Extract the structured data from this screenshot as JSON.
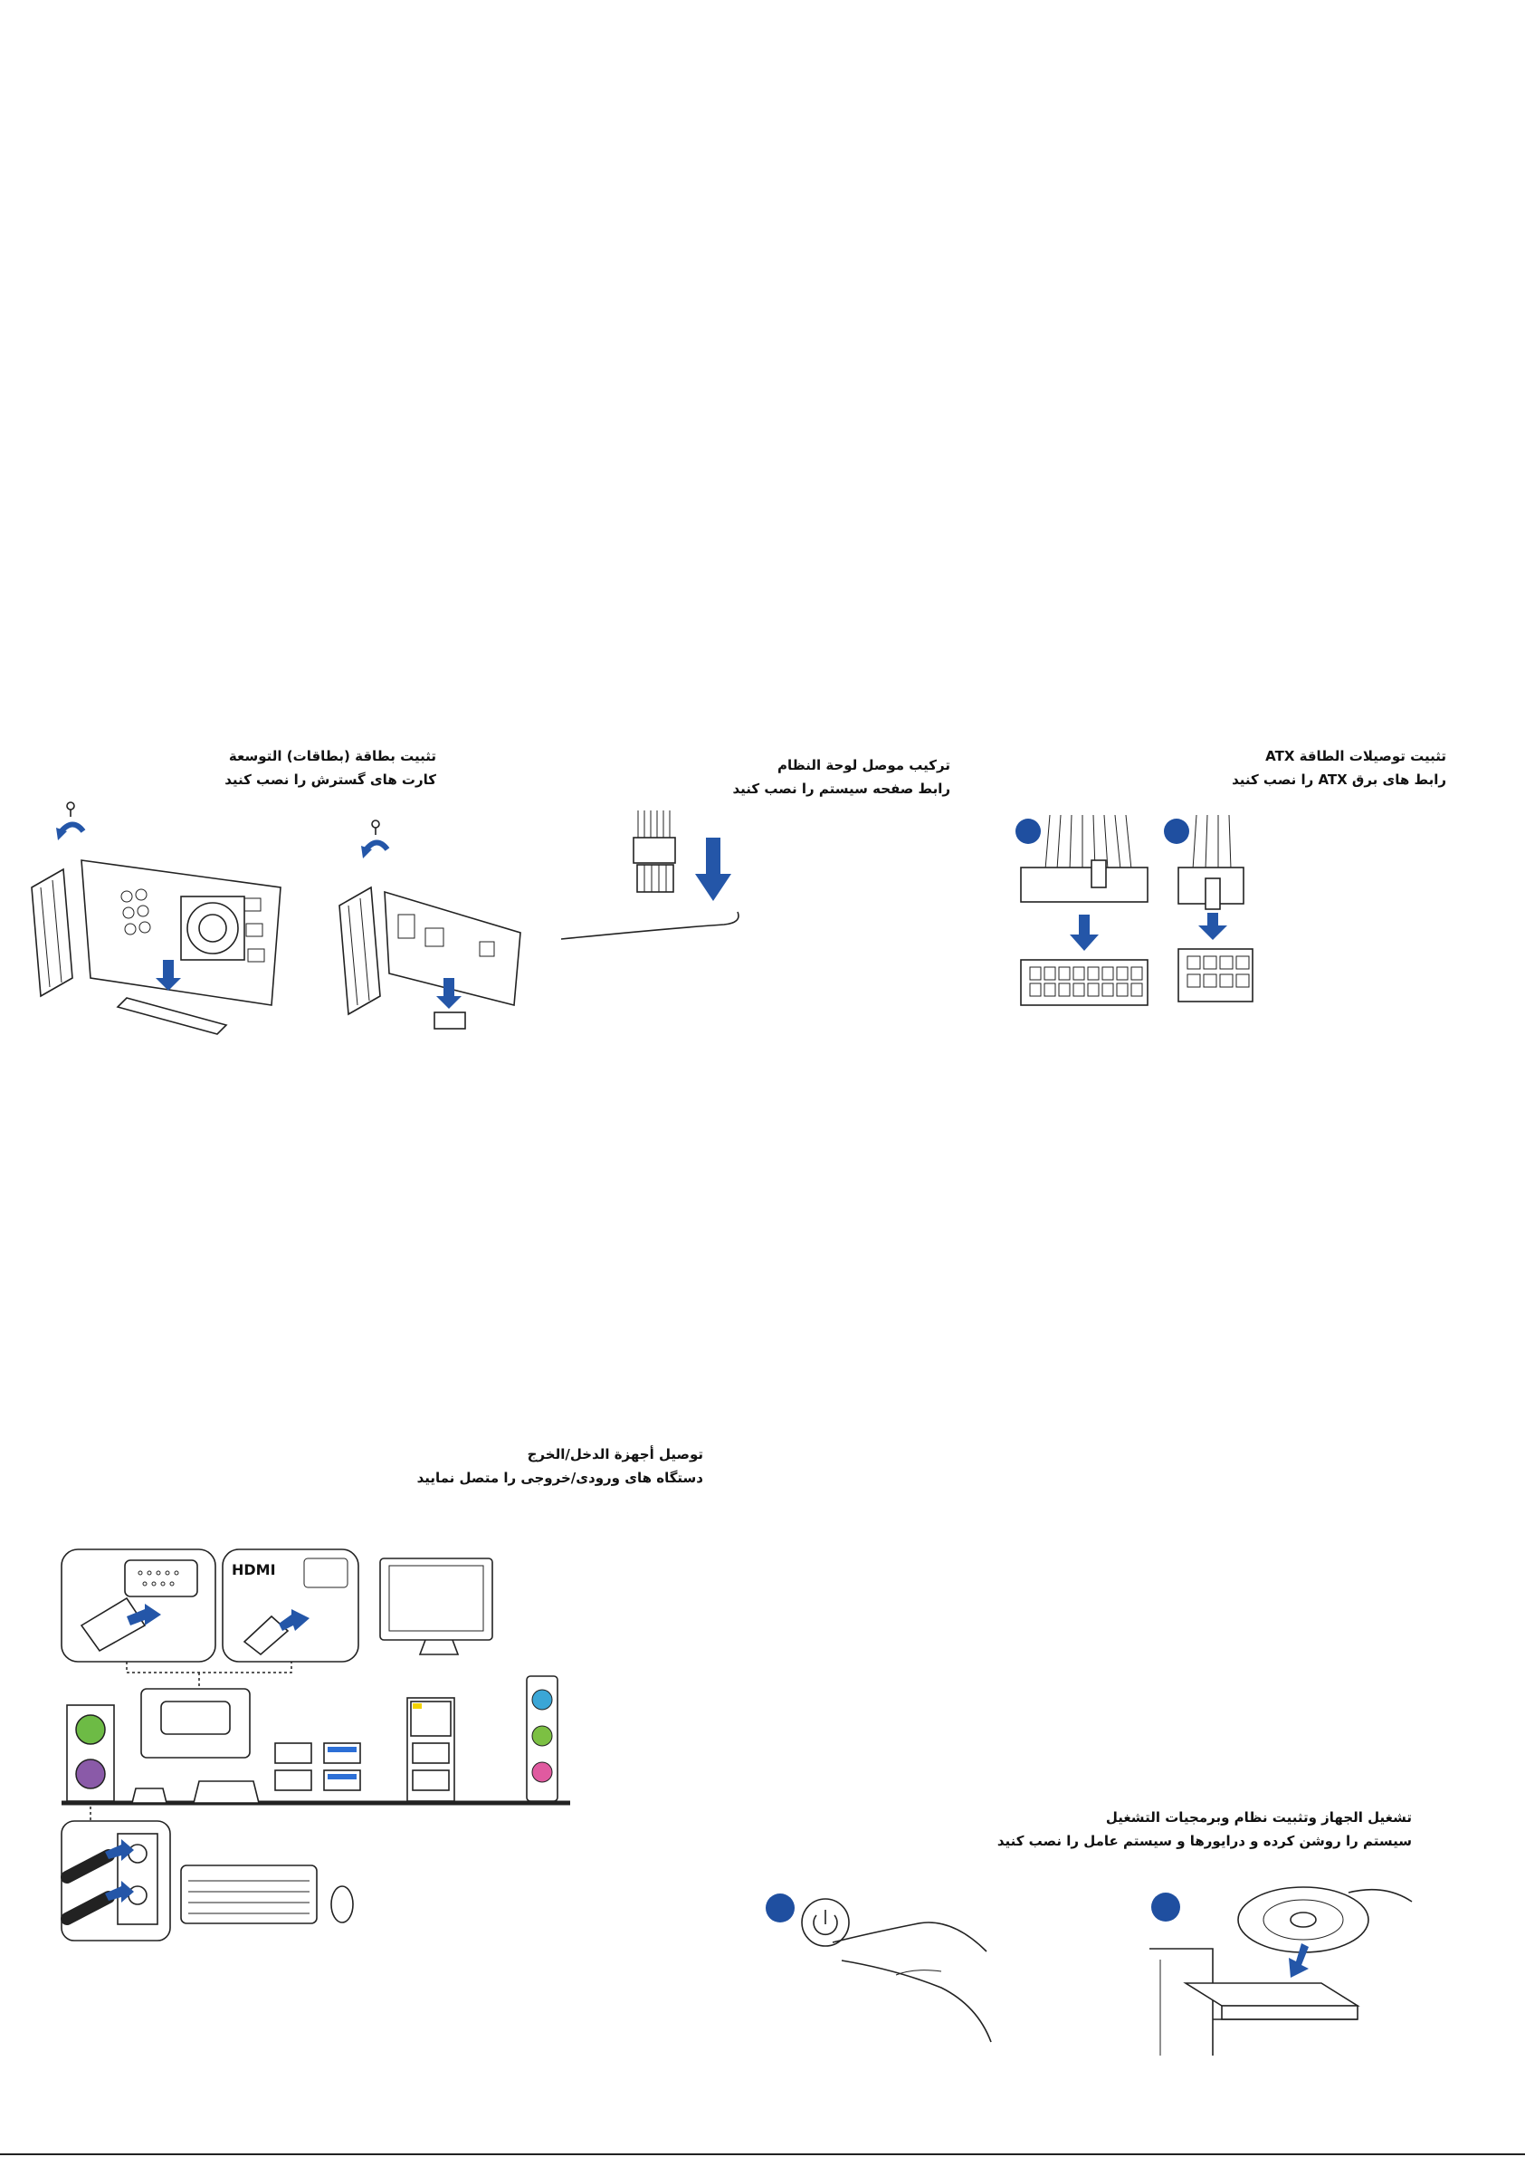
{
  "sections": {
    "expansion_card": {
      "title_ar": "تثبيت بطاقة (بطاقات) التوسعة",
      "title_fa": "کارت های گسترش را نصب کنید"
    },
    "system_panel": {
      "title_ar": "تركيب موصل لوحة النظام",
      "title_fa": "رابط صفحه سیستم را نصب کنید"
    },
    "atx_power": {
      "title_ar": "تثبيت توصيلات الطاقة ATX",
      "title_fa": "رابط های برق ATX را نصب کنید"
    },
    "io_devices": {
      "title_ar": "توصيل أجهزة الدخل/الخرج",
      "title_fa": "دستگاه های ورودی/خروجی را متصل نمایید",
      "hdmi_label": "HDMI"
    },
    "power_on": {
      "title_ar": "تشغيل الجهاز وتثبيت نظام وبرمجيات التشغيل",
      "title_fa": "سیستم را روشن کرده و درایورها و سیستم عامل را نصب کنید"
    }
  },
  "colors": {
    "accent_blue": "#2456a8",
    "ps2_mouse": "#6dbb45",
    "ps2_keyboard": "#8a5aa8",
    "audio_line_in": "#3aa6d6",
    "audio_line_out": "#7cc043",
    "audio_mic": "#e05aa0",
    "usb3_blue": "#2c6fd6"
  },
  "icons": [
    "screw-icon",
    "rotate-arrow-icon",
    "down-arrow-icon",
    "power-button-icon",
    "monitor-icon",
    "keyboard-icon",
    "mouse-icon",
    "optical-disc-icon"
  ]
}
